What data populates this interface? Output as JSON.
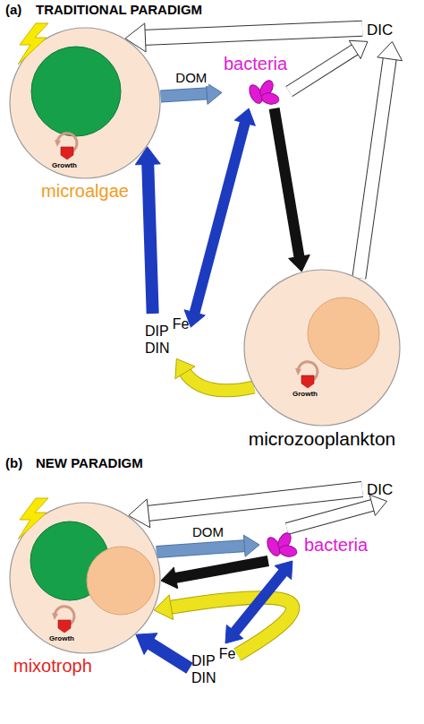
{
  "diagram": {
    "nodes": [
      {
        "text": [
          "microalgae",
          "Growth"
        ]
      },
      {
        "text": [
          "bacteria"
        ]
      },
      {
        "text": [
          "DIC"
        ]
      },
      {
        "text": [
          "DIP",
          "Fe",
          "DIN"
        ]
      },
      {
        "text": [
          "microzooplankton",
          "Growth"
        ]
      },
      {
        "text": [
          "mixotroph",
          "Growth"
        ]
      },
      {
        "text": [
          "bacteria"
        ]
      },
      {
        "text": [
          "DIC"
        ]
      },
      {
        "text": [
          "DIP",
          "Fe",
          "DIN"
        ]
      }
    ],
    "edges": [
      {
        "from": 2,
        "to": 0,
        "arrow": "to"
      },
      {
        "from": 0,
        "to": 1,
        "arrow": "to",
        "label": "DOM"
      },
      {
        "from": 1,
        "to": 2,
        "arrow": "to"
      },
      {
        "from": 4,
        "to": 2,
        "arrow": "to"
      },
      {
        "from": 1,
        "to": 3,
        "arrow": "both"
      },
      {
        "from": 1,
        "to": 4,
        "arrow": "to"
      },
      {
        "from": 4,
        "to": 3,
        "arrow": "to"
      },
      {
        "from": 3,
        "to": 0,
        "arrow": "to"
      },
      {
        "from": 7,
        "to": 5,
        "arrow": "to"
      },
      {
        "from": 5,
        "to": 6,
        "arrow": "to",
        "label": "DOM"
      },
      {
        "from": 6,
        "to": 7,
        "arrow": "to"
      },
      {
        "from": 6,
        "to": 5,
        "arrow": "to"
      },
      {
        "from": 8,
        "to": 5,
        "arrow": "to"
      },
      {
        "from": 6,
        "to": 8,
        "arrow": "both"
      },
      {
        "from": 8,
        "to": 5,
        "arrow": "to"
      }
    ],
    "labels": [
      "(a)",
      "TRADITIONAL PARADIGM",
      "(b)",
      "NEW PARADIGM"
    ]
  }
}
